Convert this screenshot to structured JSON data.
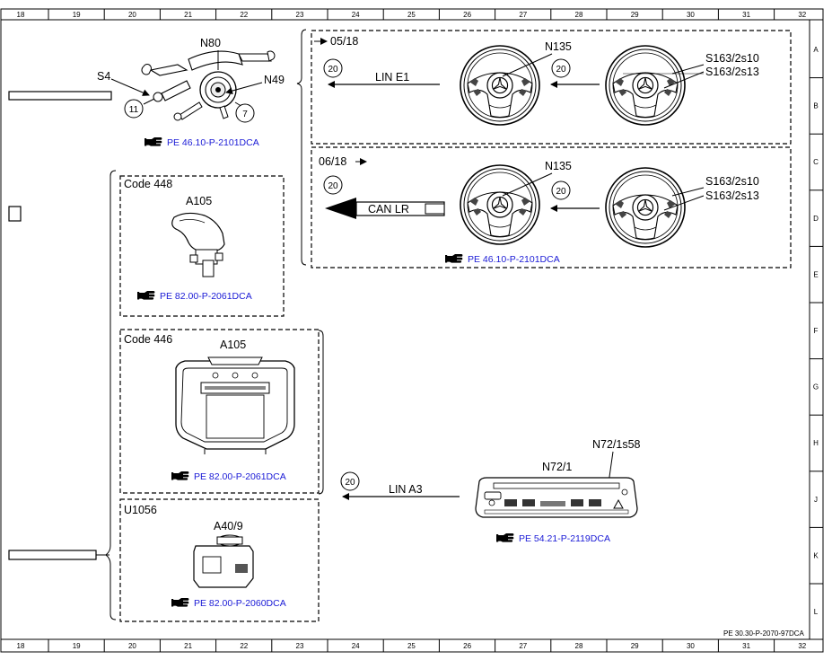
{
  "border": {
    "columns": [
      "18",
      "19",
      "20",
      "21",
      "22",
      "23",
      "24",
      "25",
      "26",
      "27",
      "28",
      "29",
      "30",
      "31",
      "32"
    ],
    "rows": [
      "A",
      "B",
      "C",
      "D",
      "E",
      "F",
      "G",
      "H",
      "J",
      "K",
      "L"
    ],
    "doc_code": "PE 30.30-P-2070-97DCA"
  },
  "top_left": {
    "n80": "N80",
    "s4": "S4",
    "n49": "N49",
    "c11": "11",
    "c7": "7",
    "ref": "PE 46.10-P-2101DCA"
  },
  "panel_upper": {
    "date": "05/18",
    "c20a": "20",
    "c20b": "20",
    "bus": "LIN E1",
    "n135": "N135",
    "s_a": "S163/2s10",
    "s_b": "S163/2s13"
  },
  "panel_lower": {
    "date": "06/18",
    "c20a": "20",
    "c20b": "20",
    "bus": "CAN LR",
    "n135": "N135",
    "s_a": "S163/2s10",
    "s_b": "S163/2s13",
    "ref": "PE 46.10-P-2101DCA"
  },
  "box_448": {
    "code": "Code 448",
    "part": "A105",
    "ref": "PE 82.00-P-2061DCA"
  },
  "box_446": {
    "code": "Code 446",
    "part": "A105",
    "ref": "PE 82.00-P-2061DCA"
  },
  "box_u1056": {
    "code": "U1056",
    "part": "A40/9",
    "ref": "PE 82.00-P-2060DCA"
  },
  "climate": {
    "c20": "20",
    "bus": "LIN A3",
    "n72_1": "N72/1",
    "n72_1s58": "N72/1s58",
    "ref": "PE 54.21-P-2119DCA"
  },
  "icons": {
    "hand": "pointing-hand-icon",
    "star": "mercedes-star-icon"
  },
  "colors": {
    "ref_link": "#1a1ad6",
    "line": "#000000"
  }
}
